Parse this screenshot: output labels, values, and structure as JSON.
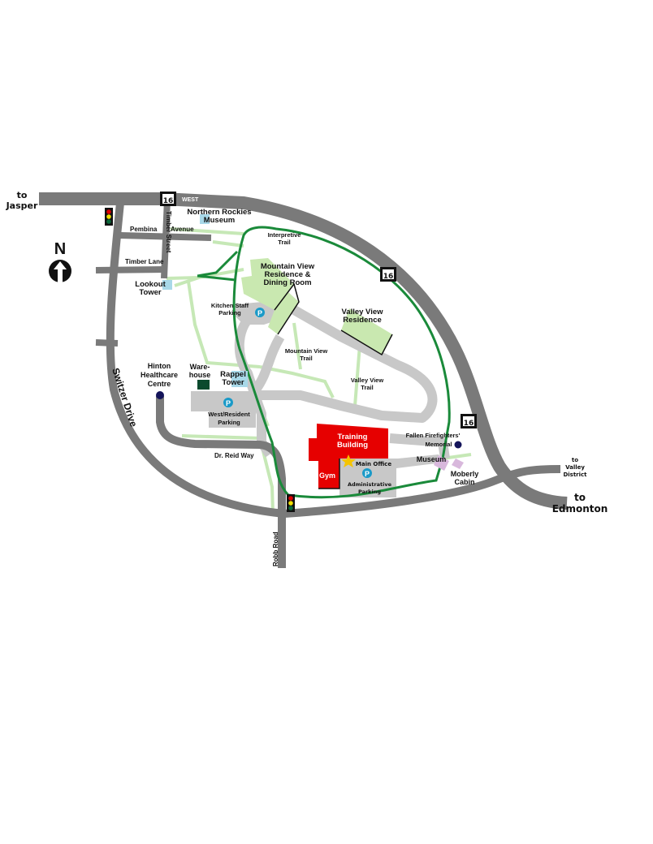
{
  "map": {
    "colors": {
      "road": "#7a7a7a",
      "internal_road": "#c8c8c8",
      "trail_loop": "#1a8a3a",
      "path": "#c6e8b6",
      "residence": "#c9e8b0",
      "training_building": "#e60000",
      "parking": "#c8c8c8",
      "parking_icon": "#1a9ac8",
      "museum": "#d8b8dc",
      "tower": "#a8d8e8",
      "warehouse": "#0b4a2e",
      "marker": "#14145a",
      "star": "#f5c400"
    },
    "directions": {
      "to_jasper": [
        "to",
        "Jasper"
      ],
      "to_edmonton": [
        "to",
        "Edmonton"
      ],
      "to_valley_district": [
        "to",
        "Valley",
        "District"
      ],
      "north": "N"
    },
    "highway": {
      "number": "16",
      "direction": "WEST"
    },
    "streets": {
      "pembina_avenue": [
        "Pembina",
        "Avenue"
      ],
      "timber_street": "Timber Street",
      "timber_lane": "Timber Lane",
      "switzer_drive": "Switzer Drive",
      "dr_reid_way": "Dr. Reid Way",
      "robb_road": "Robb Road"
    },
    "places": {
      "northern_rockies_museum": [
        "Northern Rockies",
        "Museum"
      ],
      "interpretive_trail": [
        "Interpretive",
        "Trail"
      ],
      "mountain_view_residence": [
        "Mountain View",
        "Residence &",
        "Dining Room"
      ],
      "lookout_tower": [
        "Lookout",
        "Tower"
      ],
      "kitchen_staff_parking": [
        "Kitchen Staff",
        "Parking"
      ],
      "valley_view_residence": [
        "Valley View",
        "Residence"
      ],
      "mountain_view_trail": [
        "Mountain View",
        "Trail"
      ],
      "valley_view_trail": [
        "Valley View",
        "Trail"
      ],
      "hinton_healthcare_centre": [
        "Hinton",
        "Healthcare",
        "Centre"
      ],
      "warehouse": [
        "Ware-",
        "house"
      ],
      "rappel_tower": [
        "Rappel",
        "Tower"
      ],
      "west_resident_parking": [
        "West/Resident",
        "Parking"
      ],
      "training_building": [
        "Training",
        "Building"
      ],
      "gym": "Gym",
      "main_office": "Main Office",
      "administrative_parking": [
        "Administrative",
        "Parking"
      ],
      "fallen_firefighters_memorial": [
        "Fallen Firefighters'",
        "Memorial"
      ],
      "museum": "Museum",
      "moberly_cabin": [
        "Moberly",
        "Cabin"
      ]
    },
    "parking_symbol": "P"
  }
}
